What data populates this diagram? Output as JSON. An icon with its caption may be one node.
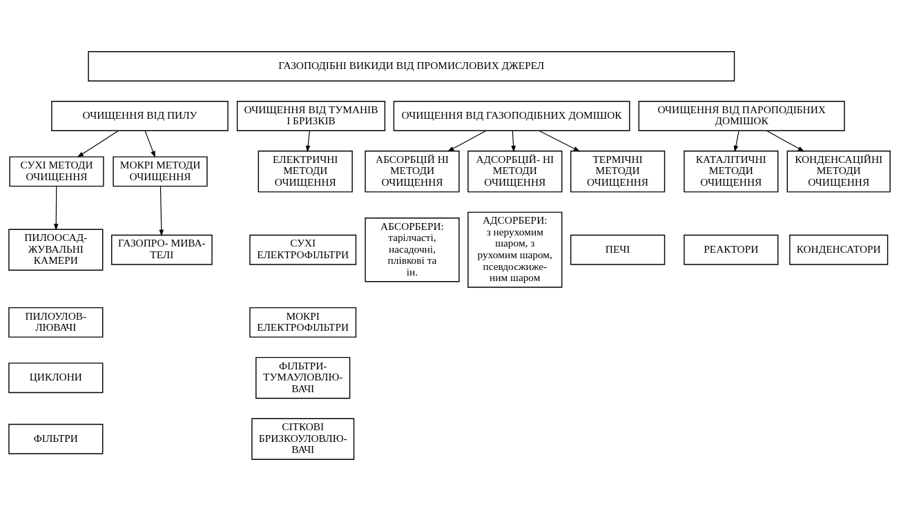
{
  "diagram": {
    "nodes": [
      {
        "text": [
          "ГАЗОПОДІБНІ ВИКИДИ ВІД ПРОМИСЛОВИХ ДЖЕРЕЛ"
        ]
      },
      {
        "text": [
          "ОЧИЩЕННЯ ВІД ПИЛУ"
        ]
      },
      {
        "text": [
          "ОЧИЩЕННЯ ВІД ТУМАНІВ І БРИЗКІВ"
        ]
      },
      {
        "text": [
          "ОЧИЩЕННЯ ВІД ГАЗОПОДІБНИХ ДОМІШОК"
        ]
      },
      {
        "text": [
          "ОЧИЩЕННЯ ВІД ПАРОПОДІБНИХ ДОМІШОК"
        ]
      },
      {
        "text": [
          "СУХІ МЕТОДИ ОЧИЩЕННЯ"
        ]
      },
      {
        "text": [
          "МОКРІ МЕТОДИ ОЧИЩЕННЯ"
        ]
      },
      {
        "text": [
          "ЕЛЕКТРИЧНІ МЕТОДИ ОЧИЩЕННЯ"
        ]
      },
      {
        "text": [
          "АБСОРБЦІЙ НІ МЕТОДИ ОЧИЩЕННЯ"
        ]
      },
      {
        "text": [
          "АДСОРБЦІЙ- НІ МЕТОДИ ОЧИЩЕННЯ"
        ]
      },
      {
        "text": [
          "ТЕРМІЧНІ МЕТОДИ ОЧИЩЕННЯ"
        ]
      },
      {
        "text": [
          "КАТАЛІТИЧНІ МЕТОДИ ОЧИЩЕННЯ"
        ]
      },
      {
        "text": [
          "КОНДЕНСАЦІЙНІ МЕТОДИ ОЧИЩЕННЯ"
        ]
      },
      {
        "text": [
          "ПИЛООСАД- ЖУВАЛЬНІ КАМЕРИ"
        ]
      },
      {
        "text": [
          "ГАЗОПРО- МИВА- ТЕЛІ"
        ]
      },
      {
        "text": [
          "СУХІ ЕЛЕКТРОФІЛЬТРИ"
        ]
      },
      {
        "text": [
          "АБСОРБЕРИ:",
          "тарілчасті, насадочні, плівкові та ін."
        ]
      },
      {
        "text": [
          "АДСОРБЕРИ:",
          "з нерухомим шаром, з рухомим шаром, псевдосжиже- ним шаром"
        ]
      },
      {
        "text": [
          "ПЕЧІ"
        ]
      },
      {
        "text": [
          "РЕАКТОРИ"
        ]
      },
      {
        "text": [
          "КОНДЕНСАТОРИ"
        ]
      },
      {
        "text": [
          "ПИЛОУЛОВ- ЛЮВАЧІ"
        ]
      },
      {
        "text": [
          "МОКРІ ЕЛЕКТРОФІЛЬТРИ"
        ]
      },
      {
        "text": [
          "ЦИКЛОНИ"
        ]
      },
      {
        "text": [
          "ФІЛЬТРИ- ТУМАУЛОВЛЮ- ВАЧІ"
        ]
      },
      {
        "text": [
          "ФІЛЬТРИ"
        ]
      },
      {
        "text": [
          "СІТКОВІ БРИЗКОУЛОВЛЮ- ВАЧІ"
        ]
      }
    ],
    "edges": [
      {
        "from": 1,
        "to": 5,
        "arrow": "to"
      },
      {
        "from": 1,
        "to": 6,
        "arrow": "to"
      },
      {
        "from": 2,
        "to": 7,
        "arrow": "to"
      },
      {
        "from": 3,
        "to": 8,
        "arrow": "to"
      },
      {
        "from": 3,
        "to": 9,
        "arrow": "to"
      },
      {
        "from": 3,
        "to": 10,
        "arrow": "to"
      },
      {
        "from": 4,
        "to": 11,
        "arrow": "to"
      },
      {
        "from": 4,
        "to": 12,
        "arrow": "to"
      },
      {
        "from": 5,
        "to": 13,
        "arrow": "to"
      },
      {
        "from": 6,
        "to": 14,
        "arrow": "to"
      }
    ]
  }
}
